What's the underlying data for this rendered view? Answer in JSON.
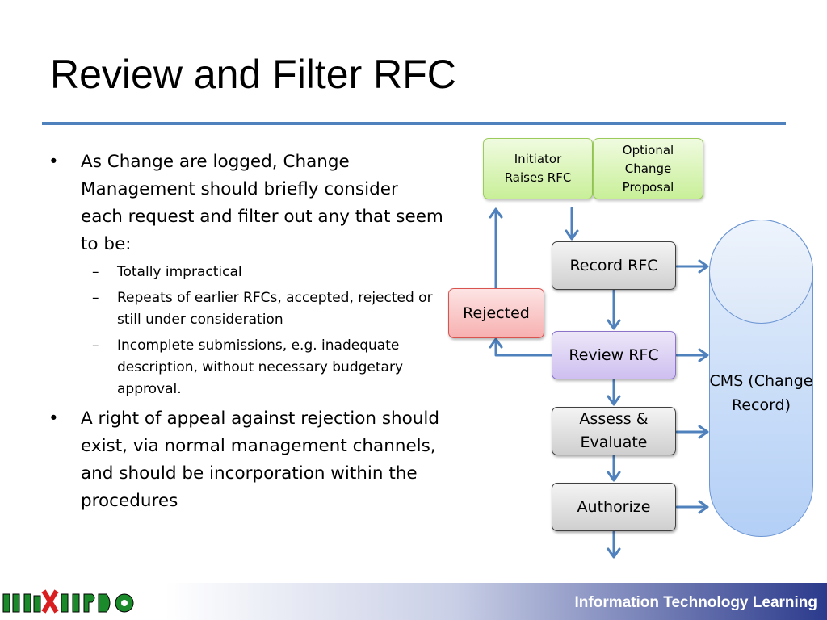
{
  "slide": {
    "title": "Review and Filter RFC"
  },
  "content": {
    "bullets": [
      {
        "text": "As Change are logged, Change Management should briefly consider each request and filter out any that seem to be:"
      },
      {
        "text": "A right of appeal against rejection should exist, via normal management channels, and should be incorporation within the procedures"
      }
    ],
    "sub_items": [
      " Totally impractical",
      "Repeats of earlier RFCs, accepted, rejected or still under consideration",
      "Incomplete submissions, e.g. inadequate description, without necessary budgetary approval."
    ],
    "bullet_glyph": "•",
    "sub_glyph": "–"
  },
  "diagram": {
    "initiator": "Initiator Raises RFC",
    "optional": "Optional Change Proposal",
    "record": "Record RFC",
    "review": "Review RFC",
    "assess": "Assess & Evaluate",
    "authorize": "Authorize",
    "rejected": "Rejected",
    "cms": "CMS (Change Record)",
    "colors": {
      "arrow": "#4f81bd",
      "rule": "#4f81bd",
      "footer": "#2b3a8c"
    }
  },
  "footer": {
    "text": "Information Technology Learning"
  },
  "logo": {
    "icon": "company-logo-icon"
  }
}
